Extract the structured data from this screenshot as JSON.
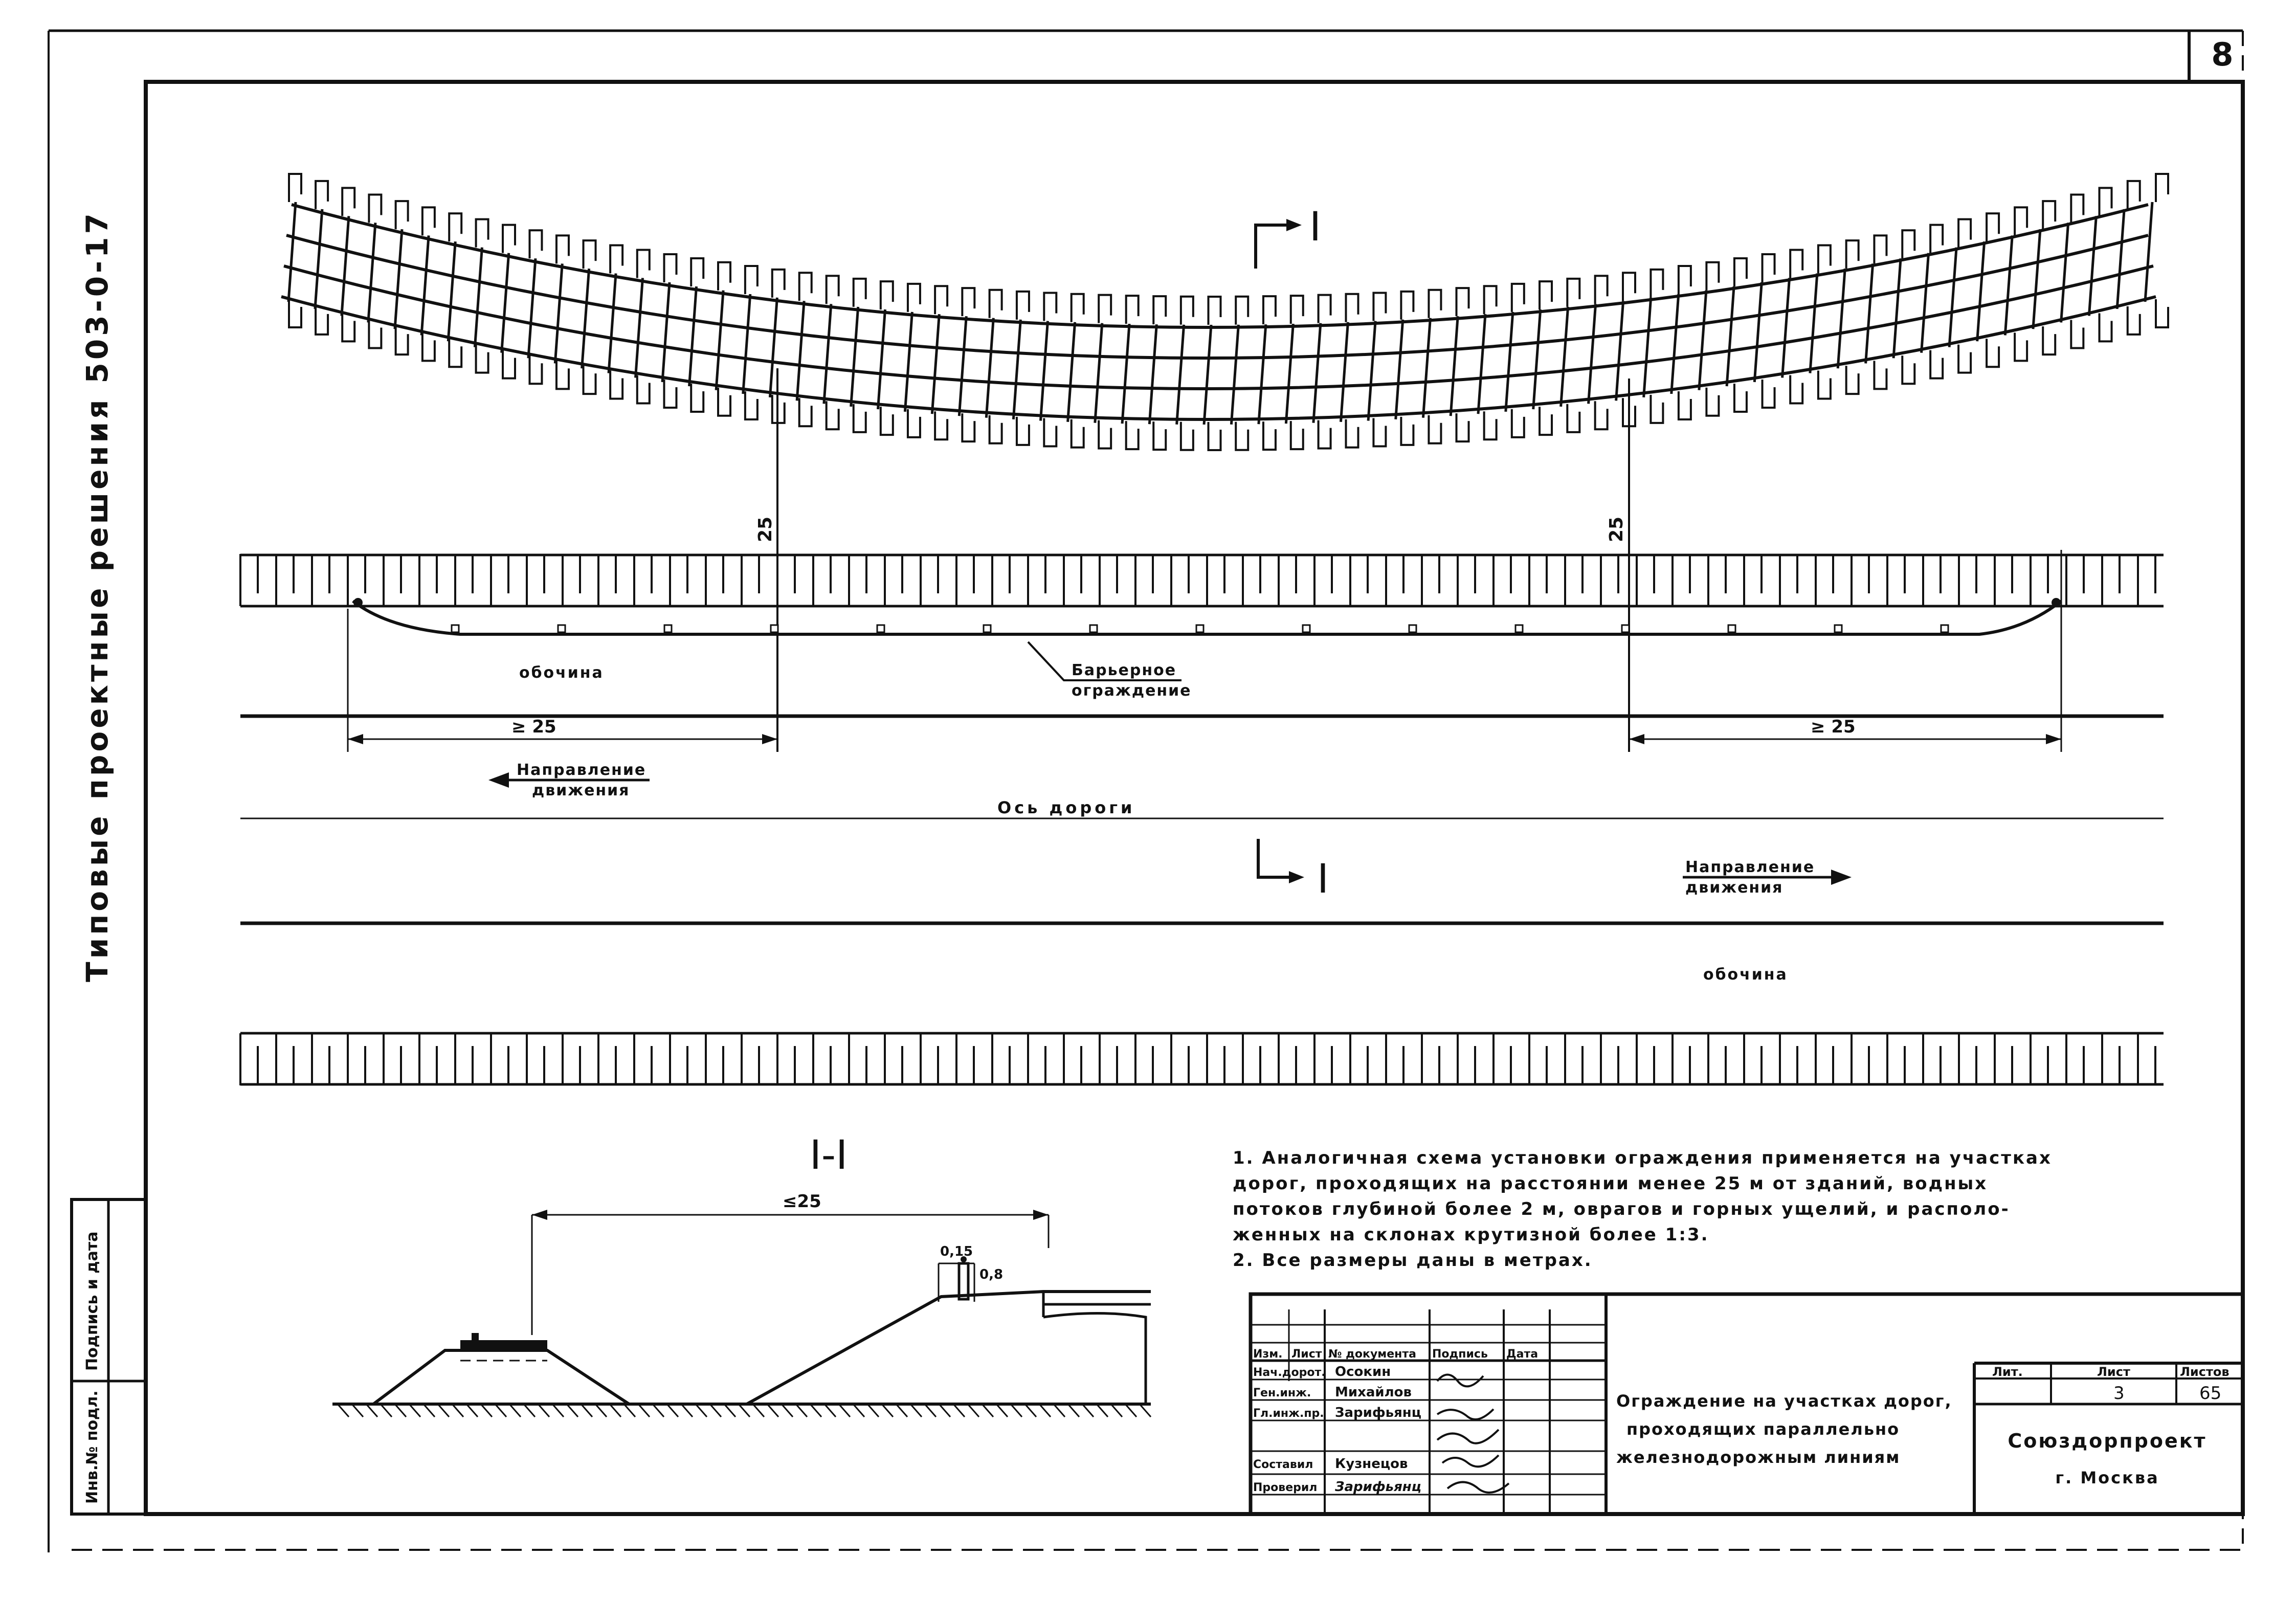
{
  "sheet": {
    "page_number": "8",
    "side_title": "Типовые проектные решения 503-0-17",
    "margin_label_1": "Инв.№ подл.",
    "margin_label_2": "Подпись и дата"
  },
  "plan": {
    "section_marker": "I",
    "dim_25_left": "25",
    "dim_25_right": "25",
    "dim_ge25_left": "≥ 25",
    "dim_ge25_right": "≥ 25",
    "shoulder_label_top": "обочина",
    "shoulder_label_bottom": "обочина",
    "barrier_label_line1": "Барьерное",
    "barrier_label_line2": "ограждение",
    "direction_left_line1": "Направление",
    "direction_left_line2": "движения",
    "direction_right_line1": "Направление",
    "direction_right_line2": "движения",
    "road_axis_label": "Ось дороги"
  },
  "section": {
    "title": "I-I",
    "dim_width": "≤25",
    "dim_small": "0,15",
    "dim_height": "0,8"
  },
  "notes": [
    "1. Аналогичная схема установки ограждения применяется на участках",
    "дорог, проходящих на расстоянии менее 25 м от зданий, водных",
    "потоков глубиной более 2 м, оврагов и горных ущелий, и располо-",
    "женных на склонах крутизной более 1:3.",
    "2. Все размеры даны в метрах."
  ],
  "title_block": {
    "headers": [
      "Изм.",
      "Лист",
      "№ документа",
      "Подпись",
      "Дата"
    ],
    "rows": [
      {
        "role": "Нач.дорот.",
        "name": "Осокин"
      },
      {
        "role": "Ген.инж.",
        "name": "Михайлов"
      },
      {
        "role": "Гл.инж.пр.",
        "name": "Зарифьянц"
      },
      {
        "role": "Составил",
        "name": "Кузнецов"
      },
      {
        "role": "Проверил",
        "name": "Зарифьянц"
      }
    ],
    "title_line1": "Ограждение на участках дорог,",
    "title_line2": "проходящих параллельно",
    "title_line3": "железнодорожным линиям",
    "stage_header": "Лит.",
    "sheet_header": "Лист",
    "sheets_header": "Листов",
    "sheet_value": "3",
    "sheets_value": "65",
    "org_line1": "Союздорпроект",
    "org_line2": "г. Москва"
  }
}
